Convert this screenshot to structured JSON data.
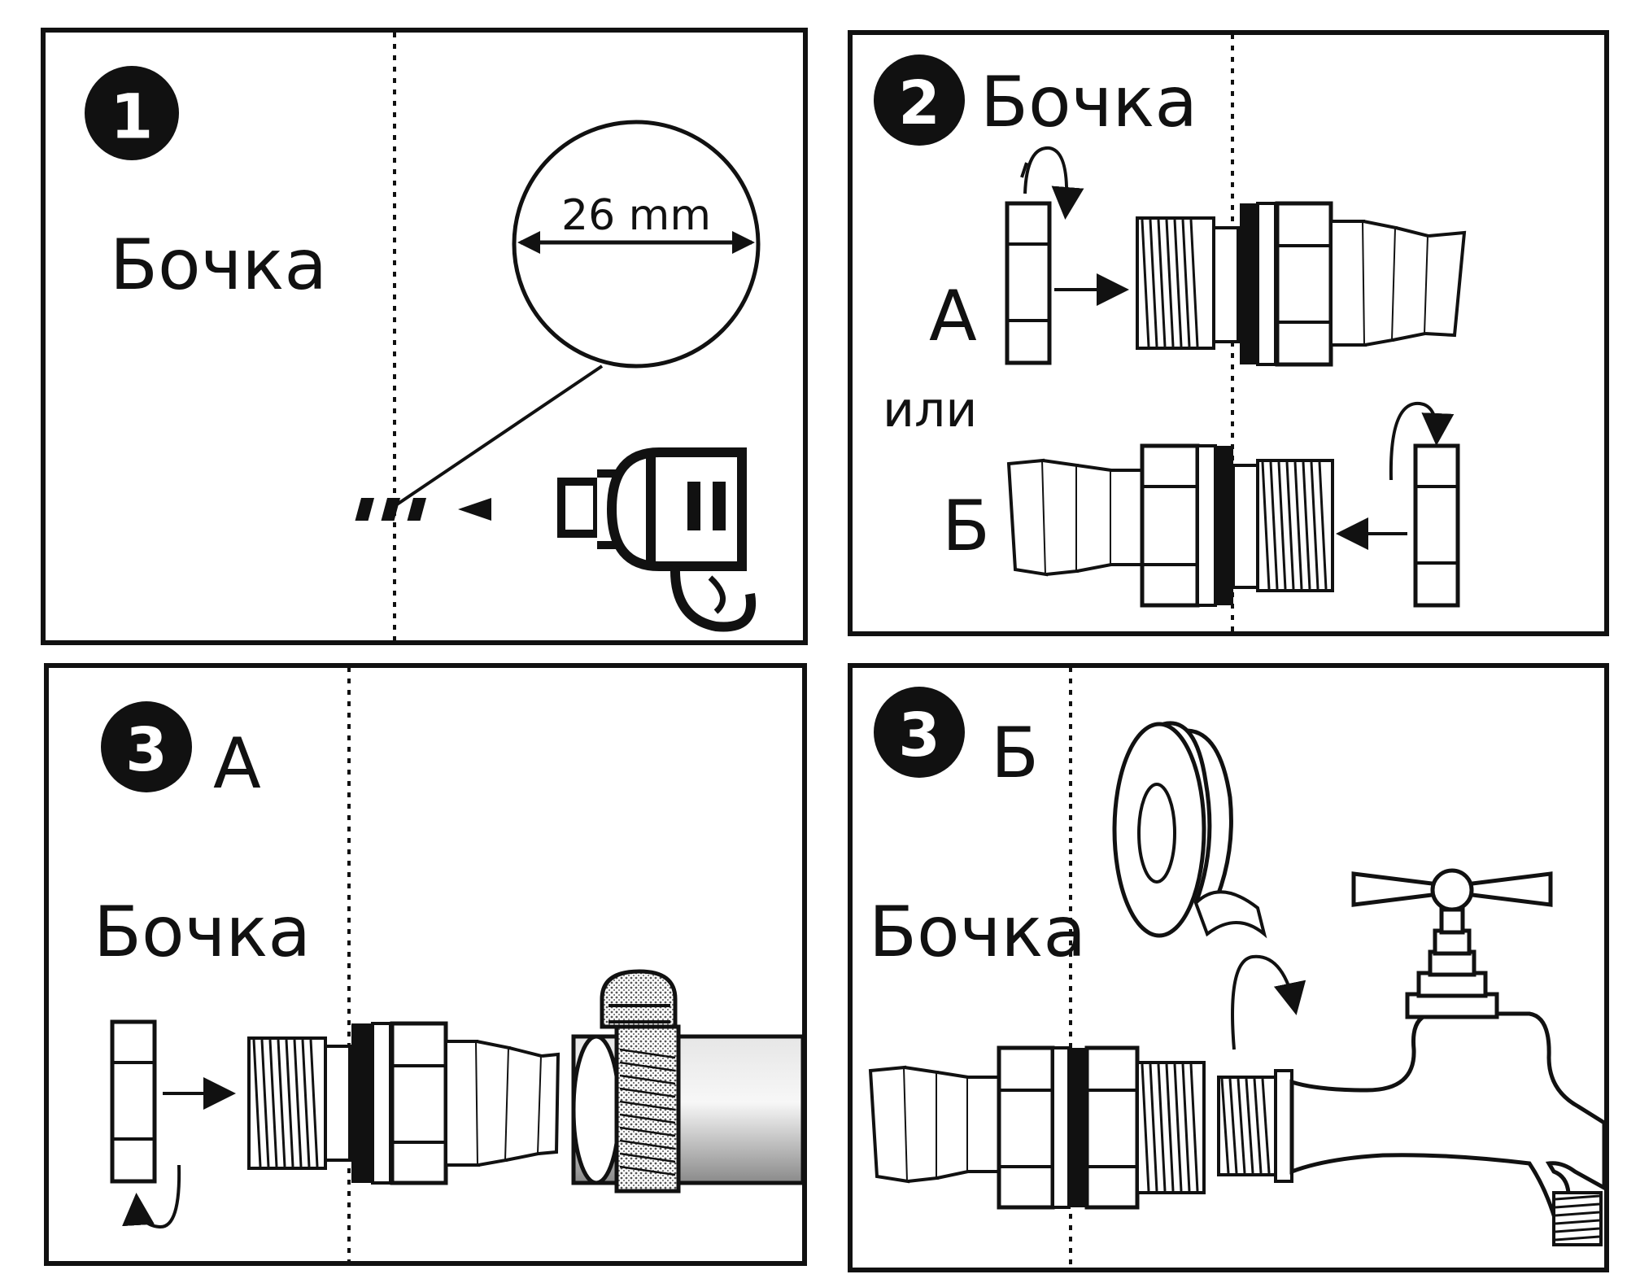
{
  "colors": {
    "ink": "#111111",
    "paper": "#ffffff",
    "shade": "#9a9a9a"
  },
  "panels": [
    {
      "step": "1",
      "barrel_label": "Бочка",
      "dimension_label": "26 mm"
    },
    {
      "step": "2",
      "barrel_label": "Бочка",
      "option_a": "А",
      "or_label": "или",
      "option_b": "Б"
    },
    {
      "step": "3",
      "variant": "А",
      "barrel_label": "Бочка"
    },
    {
      "step": "3",
      "variant": "Б",
      "barrel_label": "Бочка"
    }
  ],
  "icons": [
    "drill-icon",
    "nut-icon",
    "fitting-icon",
    "hose-clamp-icon",
    "tape-roll-icon",
    "water-tap-icon",
    "rotate-arrow-icon",
    "arrow-right-icon",
    "arrow-left-icon"
  ]
}
